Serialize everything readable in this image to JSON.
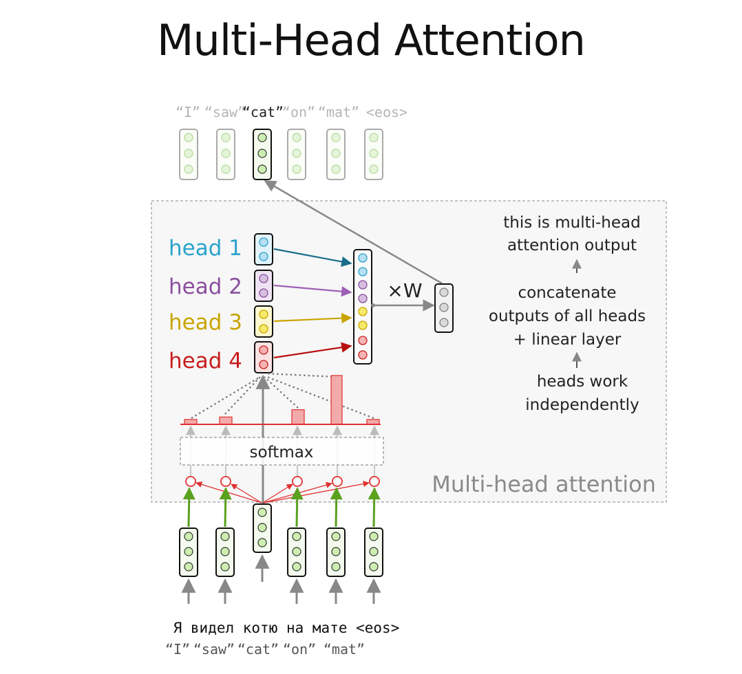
{
  "title": "Multi-Head Attention",
  "top_tokens": [
    "“I”",
    "“saw”",
    "“cat”",
    "“on”",
    "“mat”",
    "<eos>"
  ],
  "heads": [
    {
      "label": "head 1",
      "color": "#2aa3cc",
      "fill": "#b8dff2"
    },
    {
      "label": "head 2",
      "color": "#8a4f9e",
      "fill": "#d6bedf"
    },
    {
      "label": "head 3",
      "color": "#c9a400",
      "fill": "#f7ea6a"
    },
    {
      "label": "head 4",
      "color": "#c81e1e",
      "fill": "#f6b3b3"
    }
  ],
  "times_w": "×W",
  "annotations": {
    "output_line1": "this is multi-head",
    "output_line2": "attention output",
    "concat_line1": "concatenate",
    "concat_line2": "outputs of all heads",
    "concat_line3": "+ linear layer",
    "heads_line1": "heads work",
    "heads_line2": "independently"
  },
  "box_label": "Multi-head attention",
  "softmax_label": "softmax",
  "attention_weights": [
    0.1,
    0.15,
    0.3,
    1.0,
    0.1
  ],
  "source_sentence": "Я видел котю на мате <eos>",
  "source_glosses": [
    "“I”",
    "“saw”",
    "“cat”",
    "“on”",
    "“mat”"
  ],
  "colors": {
    "green_fill": "#cdeeb0",
    "green_faded": "#e6f5d9",
    "green_arrow": "#5aa11e",
    "red": "#e03030",
    "bar_fill": "#f2aaaa",
    "gray_fill": "#d9d9d9"
  }
}
